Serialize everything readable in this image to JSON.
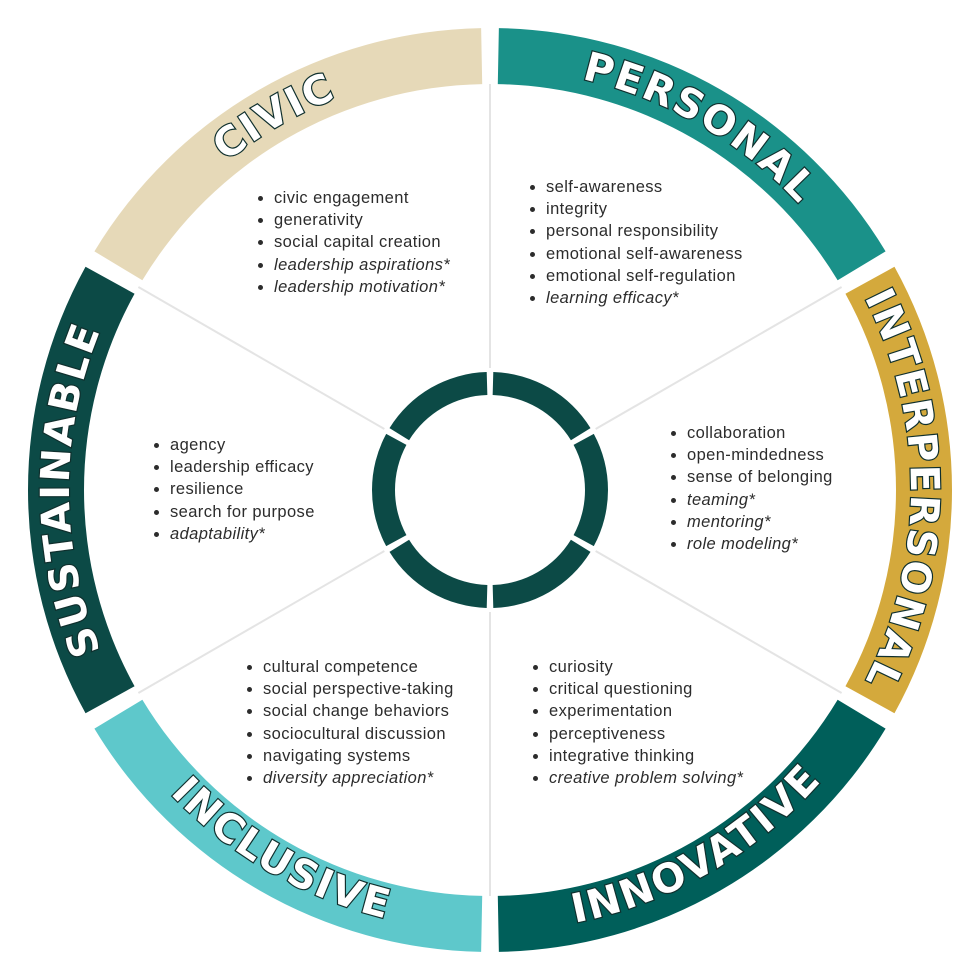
{
  "segments": [
    {
      "key": "personal",
      "label": "PERSONAL",
      "color": "#1a9189",
      "traits": [
        {
          "text": "self-awareness",
          "italic": false
        },
        {
          "text": "integrity",
          "italic": false
        },
        {
          "text": "personal responsibility",
          "italic": false
        },
        {
          "text": "emotional self-awareness",
          "italic": false
        },
        {
          "text": "emotional self-regulation",
          "italic": false
        },
        {
          "text": "learning efficacy*",
          "italic": true
        }
      ]
    },
    {
      "key": "interpersonal",
      "label": "INTERPERSONAL",
      "color": "#d4a93c",
      "traits": [
        {
          "text": "collaboration",
          "italic": false
        },
        {
          "text": "open-mindedness",
          "italic": false
        },
        {
          "text": "sense of belonging",
          "italic": false
        },
        {
          "text": "teaming*",
          "italic": true
        },
        {
          "text": "mentoring*",
          "italic": true
        },
        {
          "text": "role modeling*",
          "italic": true
        }
      ]
    },
    {
      "key": "innovative",
      "label": "INNOVATIVE",
      "color": "#005f5a",
      "traits": [
        {
          "text": "curiosity",
          "italic": false
        },
        {
          "text": "critical questioning",
          "italic": false
        },
        {
          "text": "experimentation",
          "italic": false
        },
        {
          "text": "perceptiveness",
          "italic": false
        },
        {
          "text": "integrative thinking",
          "italic": false
        },
        {
          "text": "creative problem solving*",
          "italic": true
        }
      ]
    },
    {
      "key": "inclusive",
      "label": "INCLUSIVE",
      "color": "#5ec8cb",
      "traits": [
        {
          "text": "cultural competence",
          "italic": false
        },
        {
          "text": "social perspective-taking",
          "italic": false
        },
        {
          "text": "social change behaviors",
          "italic": false
        },
        {
          "text": "sociocultural discussion",
          "italic": false
        },
        {
          "text": "navigating systems",
          "italic": false
        },
        {
          "text": "diversity appreciation*",
          "italic": true
        }
      ]
    },
    {
      "key": "sustainable",
      "label": "SUSTAINABLE",
      "color": "#0c4a46",
      "traits": [
        {
          "text": "agency",
          "italic": false
        },
        {
          "text": "leadership efficacy",
          "italic": false
        },
        {
          "text": "resilience",
          "italic": false
        },
        {
          "text": "search for purpose",
          "italic": false
        },
        {
          "text": "adaptability*",
          "italic": true
        }
      ]
    },
    {
      "key": "civic",
      "label": "CIVIC",
      "color": "#e6d9b8",
      "traits": [
        {
          "text": "civic engagement",
          "italic": false
        },
        {
          "text": "generativity",
          "italic": false
        },
        {
          "text": "social capital creation",
          "italic": false
        },
        {
          "text": "leadership aspirations*",
          "italic": true
        },
        {
          "text": "leadership motivation*",
          "italic": true
        }
      ]
    }
  ],
  "hub_color": "#0c4a46",
  "divider_color": "#e4e4e4"
}
